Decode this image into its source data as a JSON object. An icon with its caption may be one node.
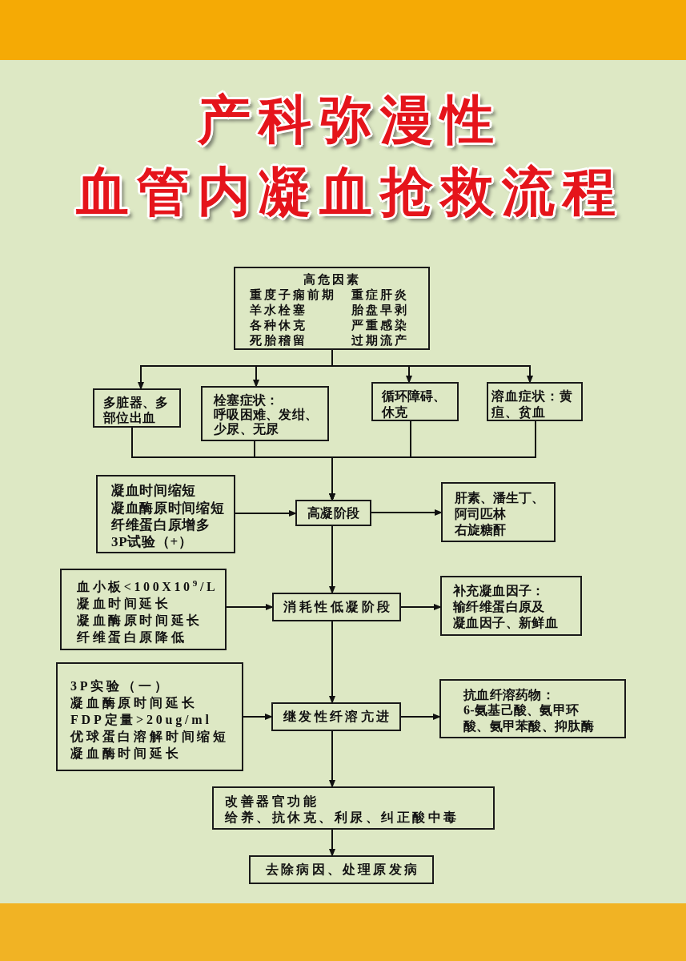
{
  "diagram": {
    "title": "产科弥漫性血管内凝血抢救流程",
    "nodes": [
      {
        "text": [
          "高危因素",
          "重度子痫前期",
          "重症肝炎",
          "羊水栓塞",
          "胎盘早剥",
          "各种休克",
          "严重感染",
          "死胎稽留",
          "过期流产"
        ]
      },
      {
        "text": [
          "多脏器、多部位出血"
        ]
      },
      {
        "text": [
          "栓塞症状：",
          "呼吸困难、发绀、少尿、无尿"
        ]
      },
      {
        "text": [
          "循环障碍、休克"
        ]
      },
      {
        "text": [
          "溶血症状：黄疸、贫血"
        ]
      },
      {
        "text": [
          "凝血时间缩短",
          "凝血酶原时间缩短",
          "纤维蛋白原增多",
          "3P试验（+）"
        ]
      },
      {
        "text": [
          "高凝阶段"
        ]
      },
      {
        "text": [
          "肝素、潘生丁、阿司匹林",
          "右旋糖酐"
        ]
      },
      {
        "text": [
          "血小板<100X10$^{9}$/L",
          "凝血时间延长",
          "凝血酶原时间延长",
          "纤维蛋白原降低"
        ]
      },
      {
        "text": [
          "消耗性低凝阶段"
        ]
      },
      {
        "text": [
          "补充凝血因子：",
          "输纤维蛋白原及",
          "凝血因子、新鲜血"
        ]
      },
      {
        "text": [
          "3P实验（一）",
          "凝血酶原时间延长",
          "FDP定量>20ug/ml",
          "优球蛋白溶解时间缩短",
          "凝血酶时间延长"
        ]
      },
      {
        "text": [
          "继发性纤溶亢进"
        ]
      },
      {
        "text": [
          "抗血纤溶药物：",
          "6-氨基己酸、氨甲环酸、氨甲苯酸、抑肽酶"
        ]
      },
      {
        "text": [
          "改善器官功能",
          "给养、抗休克、利尿、纠正酸中毒"
        ]
      },
      {
        "text": [
          "去除病因、处理原发病"
        ]
      }
    ],
    "edges": [
      {
        "from": 0,
        "to": 1,
        "arrow": "to"
      },
      {
        "from": 0,
        "to": 2,
        "arrow": "to"
      },
      {
        "from": 0,
        "to": 3,
        "arrow": "to"
      },
      {
        "from": 0,
        "to": 4,
        "arrow": "to"
      },
      {
        "from": 1,
        "to": 6,
        "arrow": "to"
      },
      {
        "from": 2,
        "to": 6,
        "arrow": "to"
      },
      {
        "from": 3,
        "to": 6,
        "arrow": "to"
      },
      {
        "from": 4,
        "to": 6,
        "arrow": "to"
      },
      {
        "from": 5,
        "to": 6,
        "arrow": "to"
      },
      {
        "from": 6,
        "to": 7,
        "arrow": "to"
      },
      {
        "from": 6,
        "to": 9,
        "arrow": "to"
      },
      {
        "from": 8,
        "to": 9,
        "arrow": "to"
      },
      {
        "from": 9,
        "to": 10,
        "arrow": "to"
      },
      {
        "from": 9,
        "to": 12,
        "arrow": "to"
      },
      {
        "from": 11,
        "to": 12,
        "arrow": "to"
      },
      {
        "from": 12,
        "to": 13,
        "arrow": "to"
      },
      {
        "from": 12,
        "to": 14,
        "arrow": "to"
      },
      {
        "from": 14,
        "to": 15,
        "arrow": "to"
      }
    ]
  }
}
